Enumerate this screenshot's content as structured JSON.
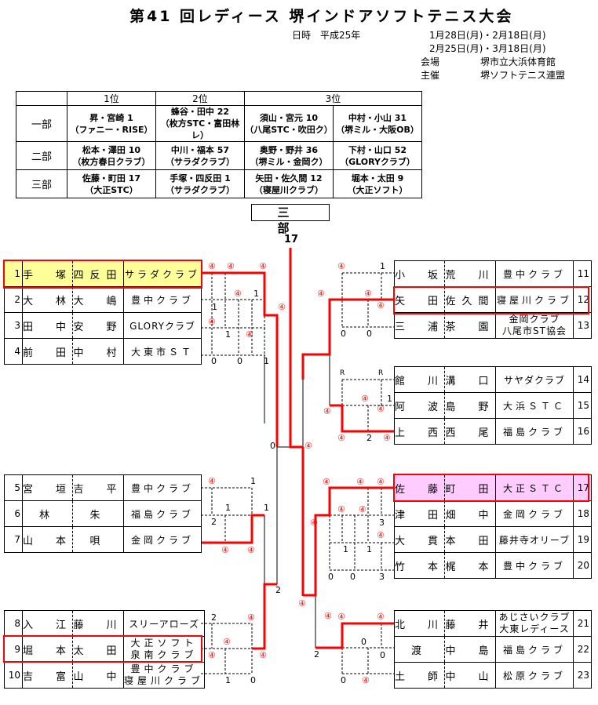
{
  "header": {
    "title": "第41 回レディース 堺インドアソフトテニス大会",
    "date_label": "日時　平成25年",
    "dates_line1": "1月28日(月)・2月18日(月)",
    "dates_line2": "2月25日(月)・3月18日(月)",
    "venue_label": "会場",
    "venue": "堺市立大浜体育館",
    "organizer_label": "主催",
    "organizer": "堺ソフトテニス連盟"
  },
  "results": {
    "headers": [
      "",
      "1位",
      "2位",
      "3位"
    ],
    "rows": [
      {
        "division": "一部",
        "cells": [
          {
            "names": "昇・宮崎 1",
            "club": "（ファニー・RISE）"
          },
          {
            "names": "蜂谷・田中 22",
            "club": "（枚方STC・富田林レ）"
          },
          {
            "names": "須山・宮元 10",
            "club": "（八尾STC・吹田ク）"
          },
          {
            "names": "中村・小山 31",
            "club": "（堺ミル・大阪OB）"
          }
        ]
      },
      {
        "division": "二部",
        "cells": [
          {
            "names": "松本・澤田 10",
            "club": "（枚方春日クラブ）"
          },
          {
            "names": "中川・福本 57",
            "club": "（サラダクラブ）"
          },
          {
            "names": "奥野・野井 36",
            "club": "（堺ミル・金岡ク）"
          },
          {
            "names": "下村・山口 52",
            "club": "（GLORYクラブ）"
          }
        ]
      },
      {
        "division": "三部",
        "cells": [
          {
            "names": "佐藤・町田 17",
            "club": "（大正STC）"
          },
          {
            "names": "手塚・四反田 1",
            "club": "（サラダクラブ）"
          },
          {
            "names": "矢田・佐久間 12",
            "club": "（寝屋川クラブ）"
          },
          {
            "names": "堀本・太田 9",
            "club": "（大正ソフト）"
          }
        ]
      }
    ]
  },
  "bracket": {
    "division_title": "三　部",
    "champion_number": "17",
    "colors": {
      "winner_line": "#ff0000",
      "highlight_first": "#ffff99",
      "highlight_champion": "#ffccff",
      "highlight_border": "#ff0000"
    },
    "left_groups": [
      {
        "entries": [
          {
            "no": "1",
            "name1": "手　塚",
            "name2": "四反田",
            "club": "サラダクラブ",
            "highlight": "yellow"
          },
          {
            "no": "2",
            "name1": "大　林",
            "name2": "大　嶋",
            "club": "豊中クラブ"
          },
          {
            "no": "3",
            "name1": "田　中",
            "name2": "安　野",
            "club": "GLORYクラブ"
          },
          {
            "no": "4",
            "name1": "前　田",
            "name2": "中　村",
            "club": "大東市ＳＴ"
          }
        ]
      },
      {
        "entries": [
          {
            "no": "5",
            "name1": "宮　垣",
            "name2": "吉　平",
            "club": "豊中クラブ"
          },
          {
            "no": "6",
            "name1": "林",
            "name2": "朱",
            "club": "福島クラブ"
          },
          {
            "no": "7",
            "name1": "山　本",
            "name2": "唄",
            "club": "金岡クラブ"
          }
        ]
      },
      {
        "entries": [
          {
            "no": "8",
            "name1": "入　江",
            "name2": "藤　川",
            "club": "スリーアローズ"
          },
          {
            "no": "9",
            "name1": "堀　本",
            "name2": "太　田",
            "club": "大正ソフト",
            "club2": "泉南クラブ",
            "highlight": "border"
          },
          {
            "no": "10",
            "name1": "吉　富",
            "name2": "山　中",
            "club": "豊中クラブ",
            "club2": "寝屋川クラブ"
          }
        ]
      }
    ],
    "right_groups": [
      {
        "entries": [
          {
            "no": "11",
            "name1": "小　坂",
            "name2": "荒　川",
            "club": "豊中クラブ"
          },
          {
            "no": "12",
            "name1": "矢　田",
            "name2": "佐久間",
            "club": "寝屋川クラブ",
            "highlight": "border"
          },
          {
            "no": "13",
            "name1": "三　浦",
            "name2": "茶　園",
            "club": "金岡クラブ",
            "club2": "八尾市ST協会"
          }
        ]
      },
      {
        "entries": [
          {
            "no": "14",
            "name1": "館　川",
            "name2": "溝　口",
            "club": "サヤダクラブ"
          },
          {
            "no": "15",
            "name1": "阿　波",
            "name2": "島　野",
            "club": "大浜ＳＴＣ"
          },
          {
            "no": "16",
            "name1": "上　西",
            "name2": "西　尾",
            "club": "福島クラブ"
          }
        ]
      },
      {
        "entries": [
          {
            "no": "17",
            "name1": "佐　藤",
            "name2": "町　田",
            "club": "大正ＳＴＣ",
            "highlight": "pink"
          },
          {
            "no": "18",
            "name1": "津　田",
            "name2": "畑　中",
            "club": "金岡クラブ"
          },
          {
            "no": "19",
            "name1": "大　貫",
            "name2": "本　田",
            "club": "藤井寺オリーブ"
          },
          {
            "no": "20",
            "name1": "竹　本",
            "name2": "梶　本",
            "club": "豊中クラブ"
          }
        ]
      },
      {
        "entries": [
          {
            "no": "21",
            "name1": "北　川",
            "name2": "藤　井",
            "club": "あじさいクラブ",
            "club2": "大東レディース"
          },
          {
            "no": "22",
            "name1": "渡",
            "name2": "中　島",
            "club": "福島クラブ"
          },
          {
            "no": "23",
            "name1": "土　師",
            "name2": "中　山",
            "club": "松原クラブ"
          }
        ]
      }
    ],
    "win_mark": "④",
    "scores": [
      {
        "id": "g1a",
        "t": "④",
        "w": true
      },
      {
        "id": "g1b",
        "t": "④",
        "w": true
      },
      {
        "id": "g1c",
        "t": "④",
        "w": true
      },
      {
        "id": "g1d",
        "t": "④",
        "w": true
      },
      {
        "id": "g1e",
        "t": "1",
        "w": false
      },
      {
        "id": "g1f",
        "t": "1",
        "w": false
      },
      {
        "id": "g1g",
        "t": "④",
        "w": true
      },
      {
        "id": "g1h",
        "t": "1",
        "w": false
      },
      {
        "id": "g1i",
        "t": "④",
        "w": true
      },
      {
        "id": "g1j",
        "t": "0",
        "w": false
      },
      {
        "id": "g1k",
        "t": "0",
        "w": false
      },
      {
        "id": "g1l",
        "t": "1",
        "w": false
      },
      {
        "id": "g1m",
        "t": "④",
        "w": true
      },
      {
        "id": "g2a",
        "t": "④",
        "w": true
      },
      {
        "id": "g2b",
        "t": "1",
        "w": false
      },
      {
        "id": "g2c",
        "t": "1",
        "w": false
      },
      {
        "id": "g2d",
        "t": "2",
        "w": false
      },
      {
        "id": "g2e",
        "t": "④",
        "w": true
      },
      {
        "id": "g2f",
        "t": "④",
        "w": true
      },
      {
        "id": "g2g",
        "t": "1",
        "w": false
      },
      {
        "id": "g3a",
        "t": "2",
        "w": false
      },
      {
        "id": "g3b",
        "t": "④",
        "w": true
      },
      {
        "id": "g3c",
        "t": "④",
        "w": true
      },
      {
        "id": "g3d",
        "t": "④",
        "w": true
      },
      {
        "id": "g3e",
        "t": "1",
        "w": false
      },
      {
        "id": "g3f",
        "t": "0",
        "w": false
      },
      {
        "id": "g3g",
        "t": "④",
        "w": true
      },
      {
        "id": "l1",
        "t": "0",
        "w": false
      },
      {
        "id": "l2",
        "t": "2",
        "w": false
      },
      {
        "id": "c1",
        "t": "④",
        "w": true
      },
      {
        "id": "r1a",
        "t": "④",
        "w": true
      },
      {
        "id": "r1b",
        "t": "1",
        "w": false
      },
      {
        "id": "r1c",
        "t": "④",
        "w": true
      },
      {
        "id": "r1d",
        "t": "④",
        "w": true
      },
      {
        "id": "r1e",
        "t": "④",
        "w": true
      },
      {
        "id": "r1f",
        "t": "0",
        "w": false
      },
      {
        "id": "r1g",
        "t": "0",
        "w": false
      },
      {
        "id": "r2a",
        "t": "R",
        "w": false
      },
      {
        "id": "r2b",
        "t": "R",
        "w": false
      },
      {
        "id": "r2c",
        "t": "④",
        "w": true
      },
      {
        "id": "r2d",
        "t": "1",
        "w": false
      },
      {
        "id": "r2e",
        "t": "④",
        "w": true
      },
      {
        "id": "r2f",
        "t": "2",
        "w": false
      },
      {
        "id": "r2g",
        "t": "④",
        "w": true
      },
      {
        "id": "r2h",
        "t": "④",
        "w": true
      },
      {
        "id": "r12",
        "t": "④",
        "w": true
      },
      {
        "id": "r3a",
        "t": "④",
        "w": true
      },
      {
        "id": "r3b",
        "t": "④",
        "w": true
      },
      {
        "id": "r3c",
        "t": "④",
        "w": true
      },
      {
        "id": "r3d",
        "t": "④",
        "w": true
      },
      {
        "id": "r3e",
        "t": "④",
        "w": true
      },
      {
        "id": "r3f",
        "t": "3",
        "w": false
      },
      {
        "id": "r3g",
        "t": "④",
        "w": true
      },
      {
        "id": "r3h",
        "t": "1",
        "w": false
      },
      {
        "id": "r3i",
        "t": "1",
        "w": false
      },
      {
        "id": "r3j",
        "t": "0",
        "w": false
      },
      {
        "id": "r3k",
        "t": "0",
        "w": false
      },
      {
        "id": "r3l",
        "t": "3",
        "w": false
      },
      {
        "id": "r3m",
        "t": "④",
        "w": true
      },
      {
        "id": "r4a",
        "t": "④",
        "w": true
      },
      {
        "id": "r4b",
        "t": "④",
        "w": true
      },
      {
        "id": "r4c",
        "t": "0",
        "w": false
      },
      {
        "id": "r4d",
        "t": "0",
        "w": false
      },
      {
        "id": "r4e",
        "t": "0",
        "w": false
      },
      {
        "id": "r4f",
        "t": "④",
        "w": true
      },
      {
        "id": "r4g",
        "t": "2",
        "w": false
      },
      {
        "id": "r34",
        "t": "④",
        "w": true
      },
      {
        "id": "r34b",
        "t": "④",
        "w": true
      }
    ]
  }
}
